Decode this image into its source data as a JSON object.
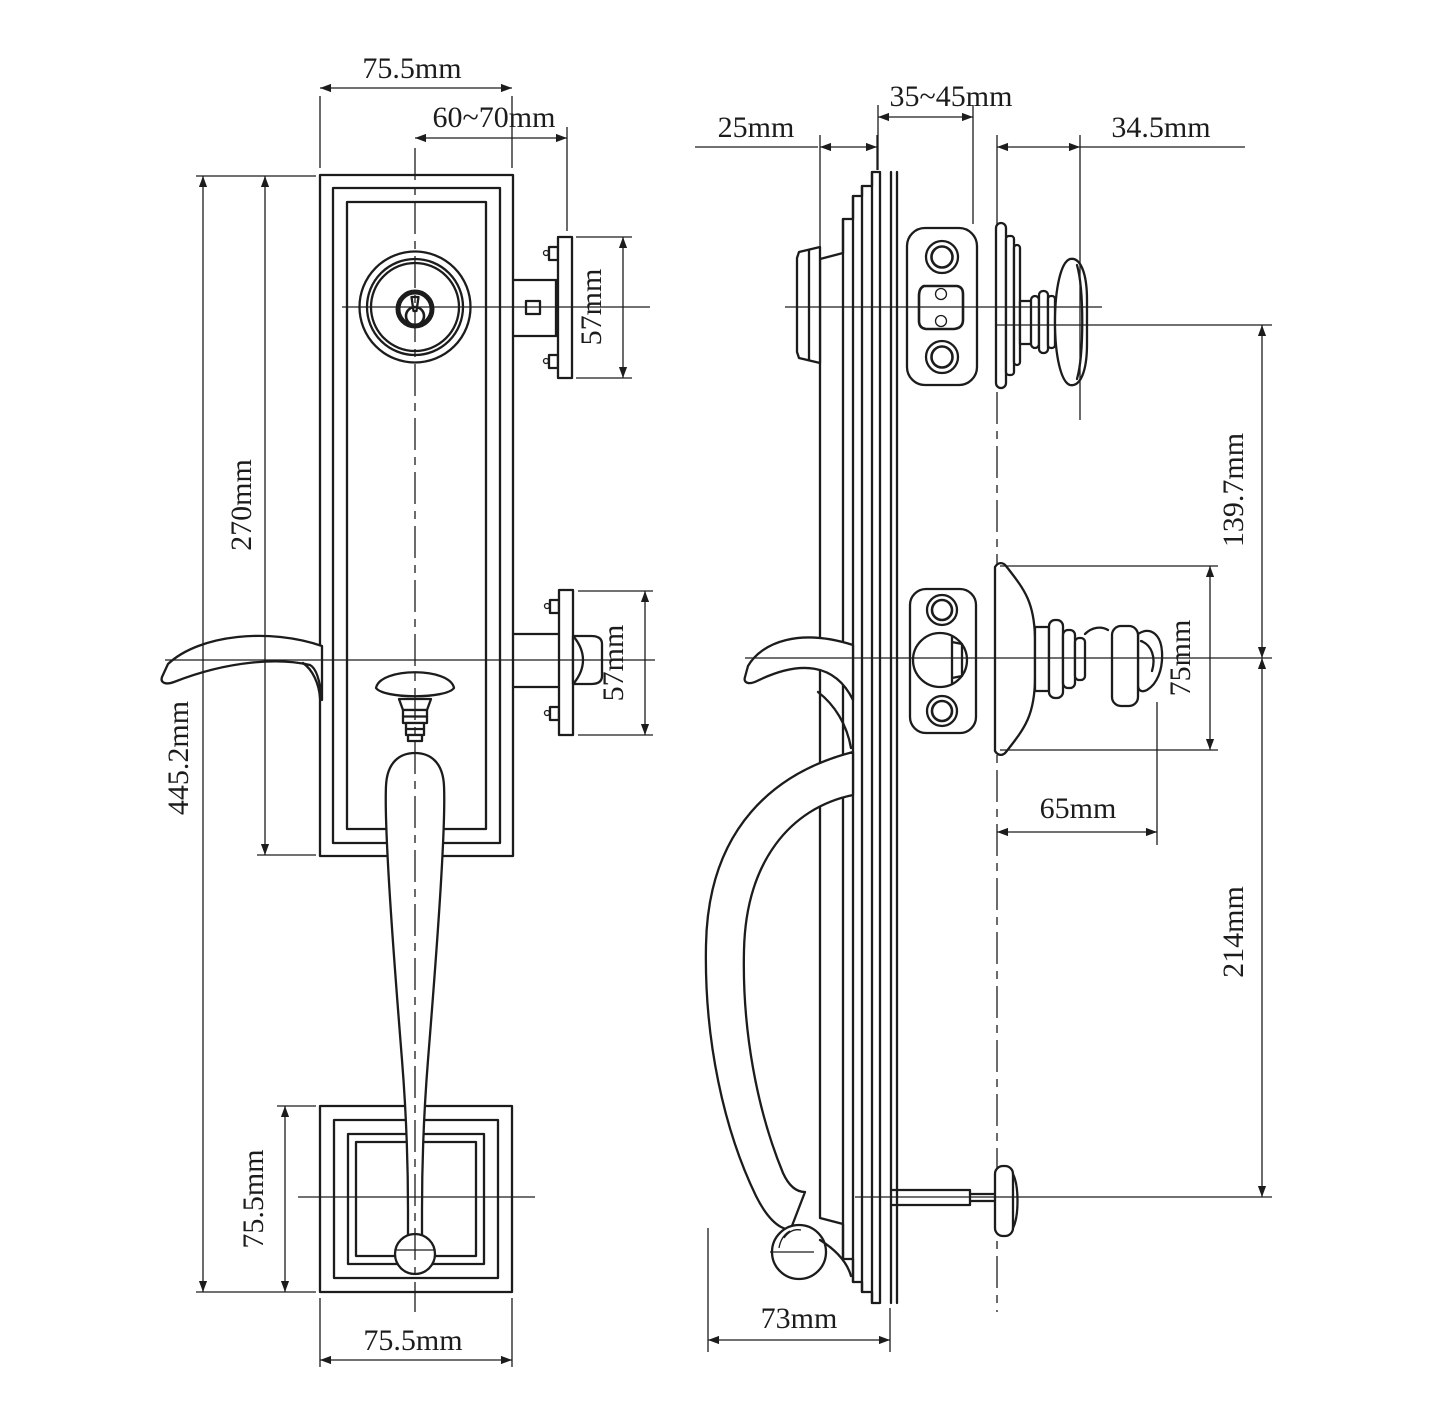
{
  "drawing": {
    "subject": "entry-door handleset lockset technical drawing, front and side elevations",
    "line_color": "#1c1c1c",
    "background_color": "#ffffff"
  },
  "front_view": {
    "dims": {
      "plate_width": "75.5mm",
      "backset": "60~70mm",
      "deadbolt_strike_height": "57mm",
      "latch_strike_height": "57mm",
      "plate_height": "270mm",
      "overall_height": "445.2mm",
      "bottom_plate_side": "75.5mm",
      "bottom_plate_width": "75.5mm"
    }
  },
  "side_view": {
    "dims": {
      "exterior_plate_depth": "25mm",
      "door_thickness": "35~45mm",
      "thumbturn_projection": "34.5mm",
      "knob_center_spacing": "139.7mm",
      "rosette_diameter": "75mm",
      "interior_projection": "65mm",
      "handle_lower_spacing": "214mm",
      "bottom_width": "73mm"
    }
  }
}
